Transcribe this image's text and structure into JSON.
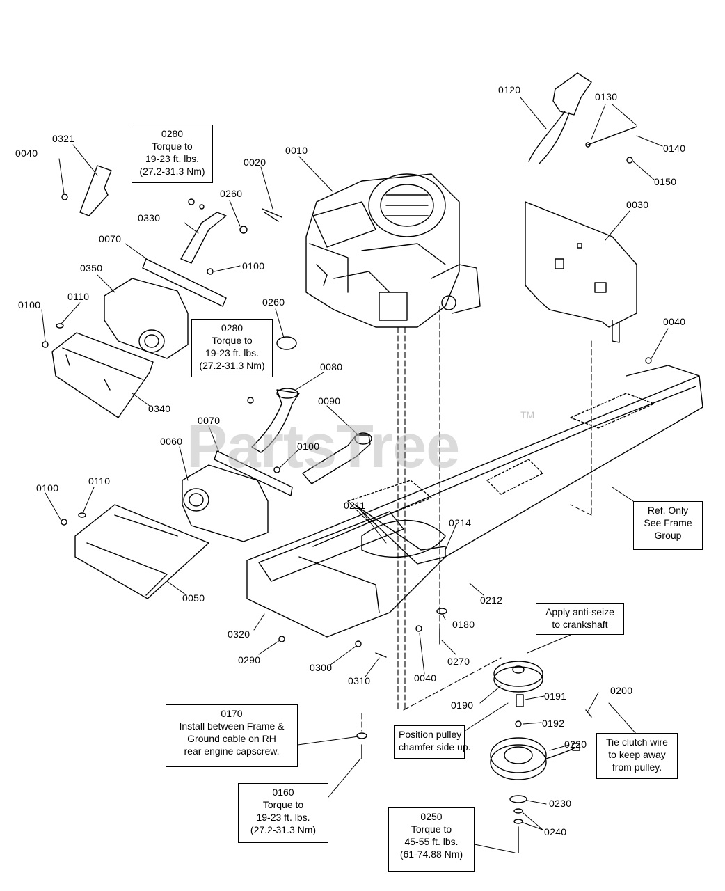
{
  "watermark": "PartsTree",
  "watermark_mark": "TM",
  "part_labels": {
    "p0010": "0010",
    "p0020": "0020",
    "p0030": "0030",
    "p0040a": "0040",
    "p0040b": "0040",
    "p0040c": "0040",
    "p0050": "0050",
    "p0060": "0060",
    "p0070a": "0070",
    "p0070b": "0070",
    "p0080": "0080",
    "p0090": "0090",
    "p0100a": "0100",
    "p0100b": "0100",
    "p0100c": "0100",
    "p0100d": "0100",
    "p0110a": "0110",
    "p0110b": "0110",
    "p0120": "0120",
    "p0130": "0130",
    "p0140": "0140",
    "p0150": "0150",
    "p0180": "0180",
    "p0190": "0190",
    "p0191": "0191",
    "p0192": "0192",
    "p0200": "0200",
    "p0211": "0211",
    "p0212": "0212",
    "p0214": "0214",
    "p0220": "0220",
    "p0230": "0230",
    "p0240": "0240",
    "p0260a": "0260",
    "p0260b": "0260",
    "p0270": "0270",
    "p0290": "0290",
    "p0300": "0300",
    "p0310": "0310",
    "p0320": "0320",
    "p0321": "0321",
    "p0330": "0330",
    "p0340": "0340",
    "p0350": "0350"
  },
  "notes": {
    "torque_0280_top": [
      "0280",
      "Torque to",
      "19-23 ft. lbs.",
      "(27.2-31.3 Nm)"
    ],
    "torque_0280_mid": [
      "0280",
      "Torque to",
      "19-23 ft. lbs.",
      "(27.2-31.3 Nm)"
    ],
    "torque_0160": [
      "0160",
      "Torque to",
      "19-23 ft. lbs.",
      "(27.2-31.3 Nm)"
    ],
    "torque_0250": [
      "0250",
      "Torque to",
      "45-55 ft. lbs.",
      "(61-74.88 Nm)"
    ],
    "note_0170": [
      "0170",
      "Install between Frame &",
      "Ground cable on RH",
      "rear engine capscrew."
    ],
    "ref_only": [
      "Ref. Only",
      "See Frame",
      "Group"
    ],
    "anti_seize": [
      "Apply anti-seize",
      "to crankshaft"
    ],
    "position_pulley": [
      "Position pulley",
      "chamfer side up."
    ],
    "tie_clutch": [
      "Tie clutch wire",
      "to keep away",
      "from pulley."
    ]
  }
}
